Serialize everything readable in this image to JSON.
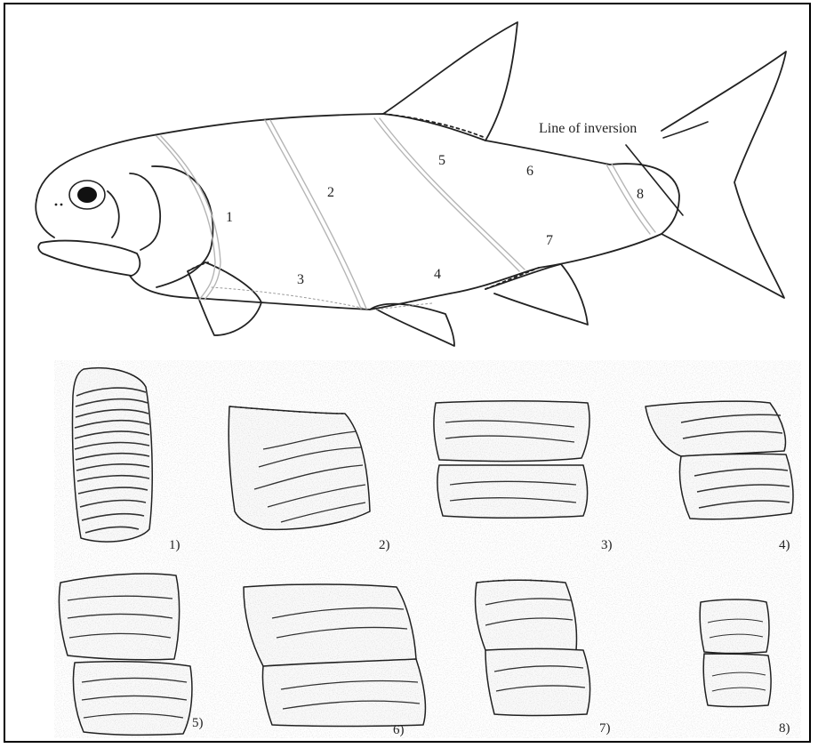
{
  "figure": {
    "annotation": "Line of inversion",
    "regions": [
      "1",
      "2",
      "3",
      "4",
      "5",
      "6",
      "7",
      "8"
    ],
    "captions": [
      "1)",
      "2)",
      "3)",
      "4)",
      "5)",
      "6)",
      "7)",
      "8)"
    ]
  },
  "colors": {
    "ink": "#222222",
    "boundary": "#b5b5b5",
    "eye": "#111111"
  },
  "icons": {
    "fish": "fish-outline-icon",
    "scale": "scale-drawing-icon"
  }
}
